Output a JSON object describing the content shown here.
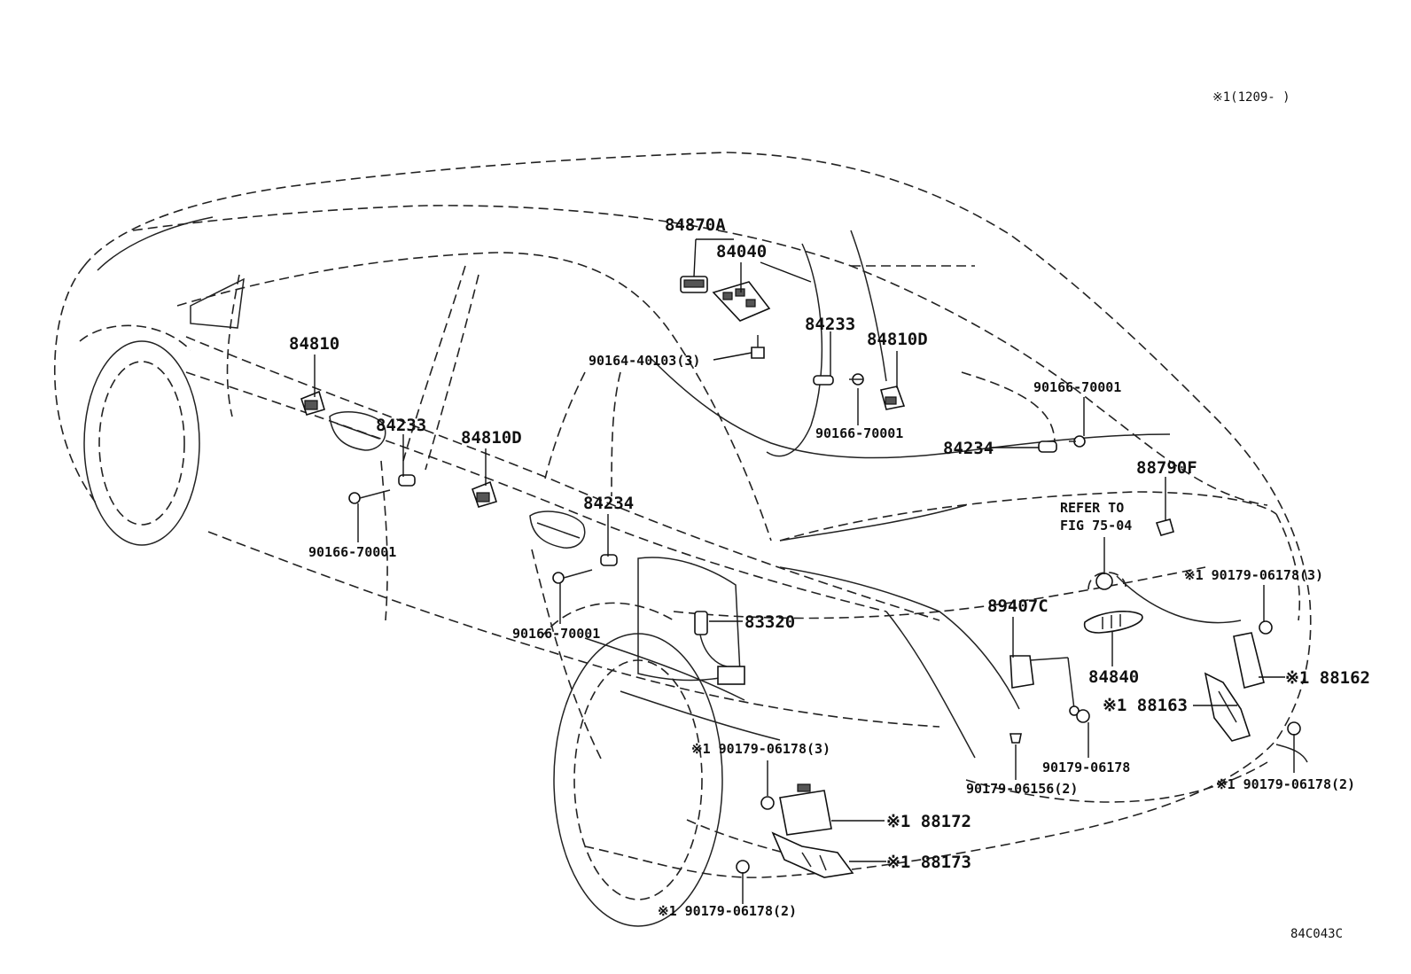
{
  "header_note": "※1(1209-      )",
  "diagram_code": "84C043C",
  "labels": {
    "p84870A": "84870A",
    "p84040": "84040",
    "p84233_top": "84233",
    "p84810D_top": "84810D",
    "p90164": "90164-40103(3)",
    "p90166_top": "90166-70001",
    "p84810": "84810",
    "p84233_left": "84233",
    "p90166_left": "90166-70001",
    "p84810D_mid": "84810D",
    "p84234_mid": "84234",
    "p90166_mid": "90166-70001",
    "p83320": "83320",
    "p90166_right": "90166-70001",
    "p84234_right": "84234",
    "p88790F": "88790F",
    "refer_line1": "REFER TO",
    "refer_line2": "FIG 75-04",
    "p90179_3_right": "※1 90179-06178(3)",
    "p89407C": "89407C",
    "p84840": "84840",
    "p88162": "※1 88162",
    "p88163": "※1 88163",
    "p90179_single": "90179-06178",
    "p90179_06156": "90179-06156(2)",
    "p90179_2_right": "※1 90179-06178(2)",
    "p90179_3_bottom": "※1 90179-06178(3)",
    "p88172": "※1 88172",
    "p88173": "※1 88173",
    "p90179_2_bottom": "※1 90179-06178(2)"
  }
}
